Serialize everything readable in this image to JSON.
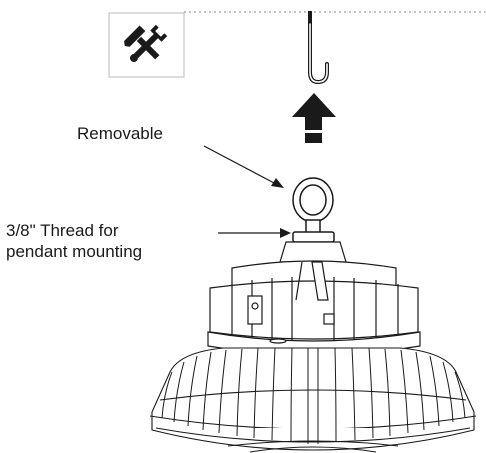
{
  "labels": {
    "removable": "Removable",
    "thread_line1": "3/8\" Thread for",
    "thread_line2": "pendant mounting"
  },
  "icons": {
    "tool_badge": "hammer-wrench-tools-icon",
    "mount_hook": "j-hook-icon",
    "lift_arrow": "up-arrow-icon"
  },
  "colors": {
    "line": "#1a1a1a",
    "ceiling_dots": "#888888",
    "badge_border": "#bbbbbb"
  }
}
